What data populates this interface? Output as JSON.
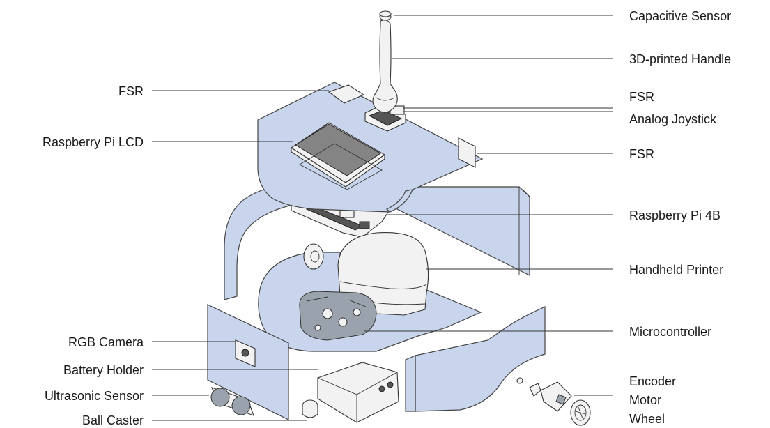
{
  "labels": {
    "capacitive_sensor": "Capacitive Sensor",
    "handle": "3D-printed Handle",
    "fsr_top_right": "FSR",
    "analog_joystick": "Analog Joystick",
    "fsr_side": "FSR",
    "raspberry_pi_4b": "Raspberry Pi 4B",
    "handheld_printer": "Handheld Printer",
    "microcontroller": "Microcontroller",
    "encoder": "Encoder",
    "motor": "Motor",
    "wheel": "Wheel",
    "fsr_top_left": "FSR",
    "raspberry_pi_lcd": "Raspberry Pi LCD",
    "rgb_camera": "RGB Camera",
    "battery_holder": "Battery Holder",
    "ultrasonic_sensor": "Ultrasonic Sensor",
    "ball_caster": "Ball Caster"
  },
  "colors": {
    "panel_fill": "#c9d5ec",
    "outline": "#444444",
    "text": "#1a1a1a"
  }
}
